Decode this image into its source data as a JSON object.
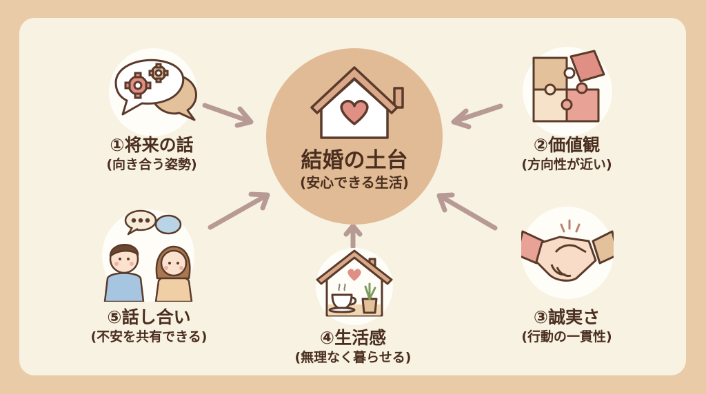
{
  "center": {
    "title": "結婚の土台",
    "subtitle": "(安心できる生活)",
    "icon": "house-heart-icon"
  },
  "nodes": [
    {
      "id": "future",
      "title": "①将来の話",
      "subtitle": "(向き合う姿勢)",
      "icon": "speech-bubbles-gears-icon"
    },
    {
      "id": "values",
      "title": "②価値観",
      "subtitle": "(方向性が近い)",
      "icon": "puzzle-pieces-icon"
    },
    {
      "id": "sincerity",
      "title": "③誠実さ",
      "subtitle": "(行動の一貫性)",
      "icon": "handshake-icon"
    },
    {
      "id": "lifestyle",
      "title": "④生活感",
      "subtitle": "(無理なく暮らせる)",
      "icon": "cozy-house-icon"
    },
    {
      "id": "talk",
      "title": "⑤話し合い",
      "subtitle": "(不安を共有できる)",
      "icon": "couple-talking-icon"
    }
  ],
  "colors": {
    "outer_bg": "#e9cba8",
    "panel_bg": "#f7f2e2",
    "center_circle": "#e1bb95",
    "text": "#4a2e1f",
    "arrow": "#b89a95",
    "accent_pink": "#e08f85",
    "accent_tan": "#e3c19b"
  }
}
